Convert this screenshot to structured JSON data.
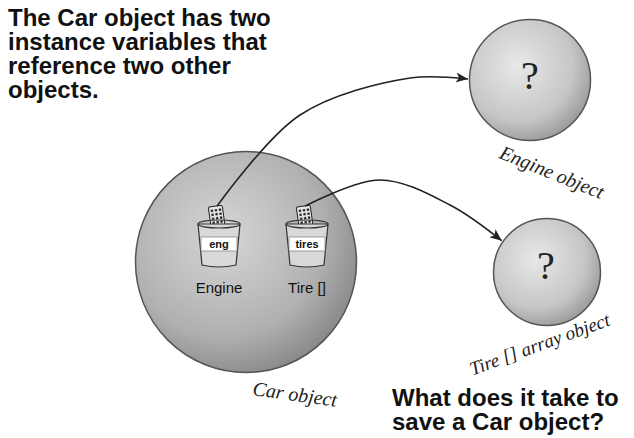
{
  "diagram": {
    "title": "The Car object has two instance variables that reference two other objects.",
    "caption": "What does it take to save a Car object?",
    "nodes": [
      {
        "text": [
          "Car object"
        ]
      },
      {
        "text": [
          "eng",
          "Engine"
        ],
        "in": 0
      },
      {
        "text": [
          "tires",
          "Tire []"
        ],
        "in": 0
      },
      {
        "text": [
          "?",
          "Engine object"
        ]
      },
      {
        "text": [
          "?",
          "Tire [] array object"
        ]
      }
    ],
    "edges": [
      {
        "from": 1,
        "to": 3,
        "arrow": "to"
      },
      {
        "from": 2,
        "to": 4,
        "arrow": "to"
      }
    ]
  }
}
